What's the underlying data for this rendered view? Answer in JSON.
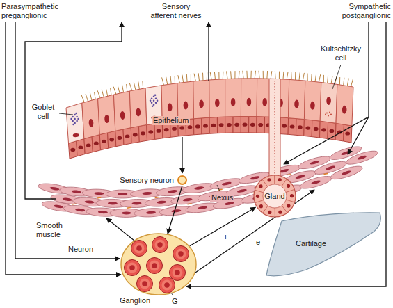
{
  "diagram": {
    "nodes": [
      {
        "text": [
          "Sensory neuron"
        ]
      },
      {
        "text": [
          "Gland"
        ]
      },
      {
        "text": [
          "Cartilage"
        ]
      },
      {
        "text": [
          "Ganglion"
        ]
      }
    ],
    "edges": [
      {
        "from": 0,
        "to": 3,
        "arrow": "to"
      },
      {
        "from": 3,
        "to": 1,
        "arrow": "to",
        "label": "i"
      }
    ],
    "labels": [
      "Parasympathetic preganglionic",
      "Sensory afferent nerves",
      "Sympathetic postganglionic",
      "Kultschitzky cell",
      "Goblet cell",
      "Epithelium",
      "Nexus",
      "Smooth muscle",
      "Neuron",
      "e",
      "G"
    ]
  }
}
